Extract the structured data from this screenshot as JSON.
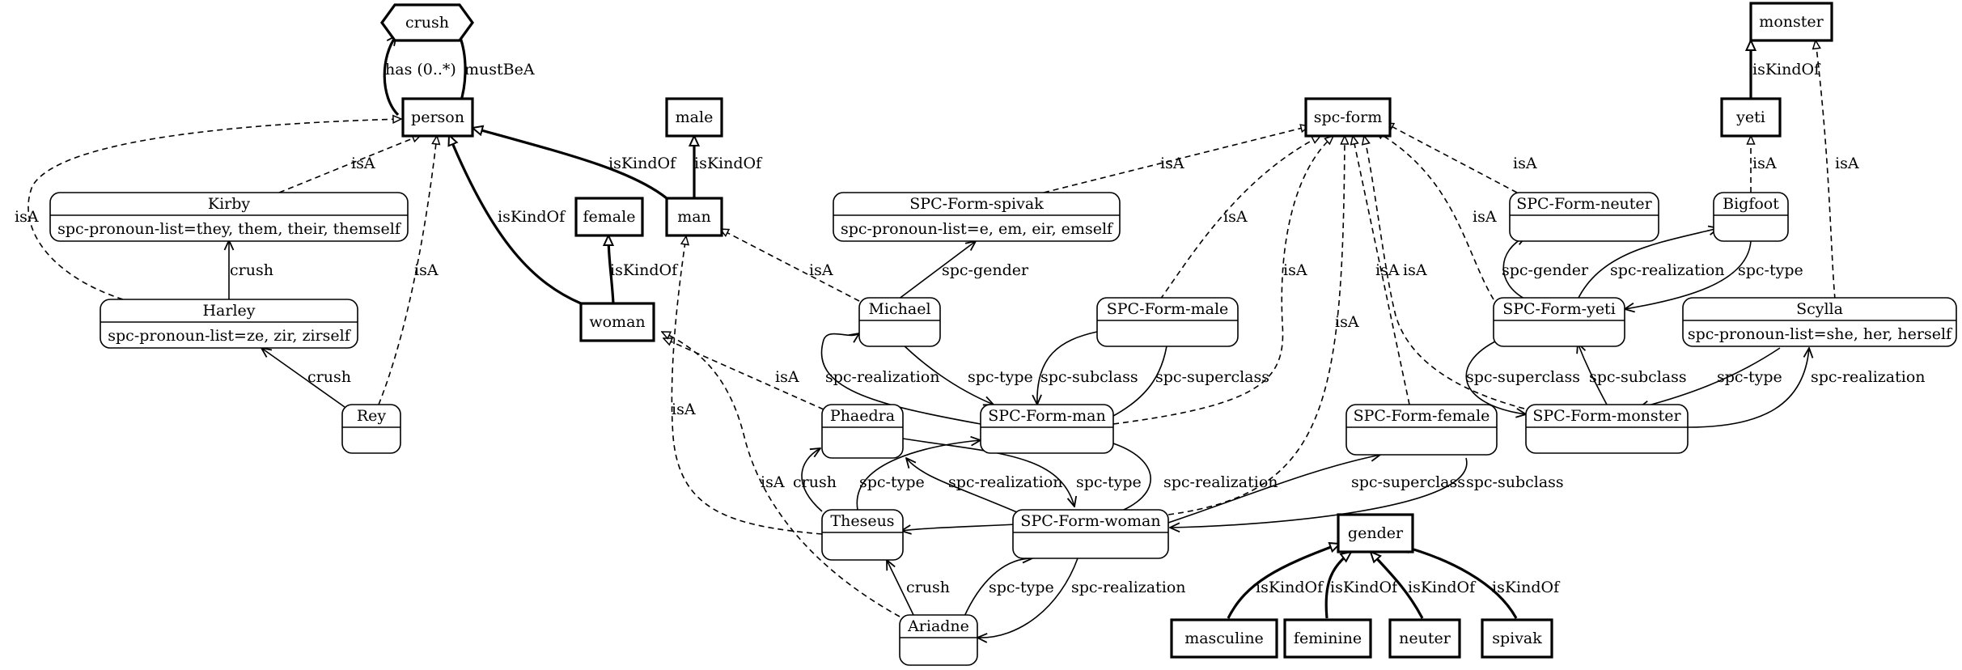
{
  "nodes": {
    "crush_rel": {
      "label": "crush",
      "type": "relation"
    },
    "person": {
      "label": "person",
      "type": "concept"
    },
    "male": {
      "label": "male",
      "type": "concept"
    },
    "man": {
      "label": "man",
      "type": "concept"
    },
    "female": {
      "label": "female",
      "type": "concept"
    },
    "woman": {
      "label": "woman",
      "type": "concept"
    },
    "spc_form": {
      "label": "spc-form",
      "type": "concept"
    },
    "monster": {
      "label": "monster",
      "type": "concept"
    },
    "yeti": {
      "label": "yeti",
      "type": "concept"
    },
    "gender": {
      "label": "gender",
      "type": "concept"
    },
    "masculine": {
      "label": "masculine",
      "type": "concept"
    },
    "feminine": {
      "label": "feminine",
      "type": "concept"
    },
    "neuter": {
      "label": "neuter",
      "type": "concept"
    },
    "spivak": {
      "label": "spivak",
      "type": "concept"
    },
    "kirby": {
      "label": "Kirby",
      "attr": "spc-pronoun-list=they, them, their, themself",
      "type": "instance"
    },
    "harley": {
      "label": "Harley",
      "attr": "spc-pronoun-list=ze, zir, zirself",
      "type": "instance"
    },
    "rey": {
      "label": "Rey",
      "attr": "",
      "type": "instance"
    },
    "spc_form_spivak": {
      "label": "SPC-Form-spivak",
      "attr": "spc-pronoun-list=e, em, eir, emself",
      "type": "instance"
    },
    "michael": {
      "label": "Michael",
      "attr": "",
      "type": "instance"
    },
    "spc_form_male": {
      "label": "SPC-Form-male",
      "attr": "",
      "type": "instance"
    },
    "spc_form_man": {
      "label": "SPC-Form-man",
      "attr": "",
      "type": "instance"
    },
    "phaedra": {
      "label": "Phaedra",
      "attr": "",
      "type": "instance"
    },
    "theseus": {
      "label": "Theseus",
      "attr": "",
      "type": "instance"
    },
    "spc_form_woman": {
      "label": "SPC-Form-woman",
      "attr": "",
      "type": "instance"
    },
    "ariadne": {
      "label": "Ariadne",
      "attr": "",
      "type": "instance"
    },
    "spc_form_female": {
      "label": "SPC-Form-female",
      "attr": "",
      "type": "instance"
    },
    "spc_form_neuter": {
      "label": "SPC-Form-neuter",
      "attr": "",
      "type": "instance"
    },
    "bigfoot": {
      "label": "Bigfoot",
      "attr": "",
      "type": "instance"
    },
    "spc_form_yeti": {
      "label": "SPC-Form-yeti",
      "attr": "",
      "type": "instance"
    },
    "scylla": {
      "label": "Scylla",
      "attr": "spc-pronoun-list=she, her, herself",
      "type": "instance"
    },
    "spc_form_monster": {
      "label": "SPC-Form-monster",
      "attr": "",
      "type": "instance"
    }
  },
  "edges": [
    {
      "id": "crush-has",
      "label": "has (0..*)",
      "kind": "relation"
    },
    {
      "id": "crush-mustbea",
      "label": "mustBeA",
      "kind": "relation"
    },
    {
      "id": "kirby-person",
      "label": "isA",
      "kind": "isA"
    },
    {
      "id": "harley-person",
      "label": "isA",
      "kind": "isA"
    },
    {
      "id": "rey-person",
      "label": "isA",
      "kind": "isA"
    },
    {
      "id": "woman-person",
      "label": "isKindOf",
      "kind": "isKindOf"
    },
    {
      "id": "man-person",
      "label": "isKindOf",
      "kind": "isKindOf"
    },
    {
      "id": "man-male",
      "label": "isKindOf",
      "kind": "isKindOf"
    },
    {
      "id": "woman-female",
      "label": "isKindOf",
      "kind": "isKindOf"
    },
    {
      "id": "harley-kirby",
      "label": "crush",
      "kind": "relation"
    },
    {
      "id": "rey-harley",
      "label": "crush",
      "kind": "relation"
    },
    {
      "id": "michael-man",
      "label": "isA",
      "kind": "isA"
    },
    {
      "id": "michael-spivak",
      "label": "spc-gender",
      "kind": "relation"
    },
    {
      "id": "spivak-spcform",
      "label": "isA",
      "kind": "isA"
    },
    {
      "id": "male-spcform",
      "label": "isA",
      "kind": "isA"
    },
    {
      "id": "man-spcform",
      "label": "isA",
      "kind": "isA"
    },
    {
      "id": "woman-spcform",
      "label": "isA",
      "kind": "isA"
    },
    {
      "id": "female-spcform",
      "label": "isA",
      "kind": "isA"
    },
    {
      "id": "monster-spcform",
      "label": "isA",
      "kind": "isA"
    },
    {
      "id": "yeti-spcform",
      "label": "isA",
      "kind": "isA"
    },
    {
      "id": "neuter-spcform",
      "label": "isA",
      "kind": "isA"
    },
    {
      "id": "yeti-monster",
      "label": "isKindOf",
      "kind": "isKindOf"
    },
    {
      "id": "bigfoot-yeti",
      "label": "isA",
      "kind": "isA"
    },
    {
      "id": "scylla-monster",
      "label": "isA",
      "kind": "isA"
    },
    {
      "id": "formman-michael",
      "label": "spc-realization",
      "kind": "relation"
    },
    {
      "id": "michael-formman",
      "label": "spc-type",
      "kind": "relation"
    },
    {
      "id": "formmale-formman",
      "label": "spc-subclass",
      "kind": "relation"
    },
    {
      "id": "formman-formmale",
      "label": "spc-superclass",
      "kind": "relation"
    },
    {
      "id": "phaedra-woman",
      "label": "isA",
      "kind": "isA"
    },
    {
      "id": "theseus-man",
      "label": "isA",
      "kind": "isA"
    },
    {
      "id": "ariadne-woman",
      "label": "isA",
      "kind": "isA"
    },
    {
      "id": "theseus-phaedra",
      "label": "crush",
      "kind": "relation"
    },
    {
      "id": "theseus-formman",
      "label": "spc-type",
      "kind": "relation"
    },
    {
      "id": "formwoman-phaedra",
      "label": "spc-realization",
      "kind": "relation"
    },
    {
      "id": "phaedra-formwoman",
      "label": "spc-type",
      "kind": "relation"
    },
    {
      "id": "formman-theseus",
      "label": "spc-realization",
      "kind": "relation"
    },
    {
      "id": "ariadne-theseus",
      "label": "crush",
      "kind": "relation"
    },
    {
      "id": "ariadne-formwoman",
      "label": "spc-type",
      "kind": "relation"
    },
    {
      "id": "formwoman-ariadne",
      "label": "spc-realization",
      "kind": "relation"
    },
    {
      "id": "formwoman-formfemale",
      "label": "spc-superclass",
      "kind": "relation"
    },
    {
      "id": "formfemale-formwoman",
      "label": "spc-subclass",
      "kind": "relation"
    },
    {
      "id": "formyeti-neuter",
      "label": "spc-gender",
      "kind": "relation"
    },
    {
      "id": "formyeti-bigfoot",
      "label": "spc-realization",
      "kind": "relation"
    },
    {
      "id": "bigfoot-formyeti",
      "label": "spc-type",
      "kind": "relation"
    },
    {
      "id": "formyeti-formmonster",
      "label": "spc-superclass",
      "kind": "relation"
    },
    {
      "id": "formmonster-formyeti",
      "label": "spc-subclass",
      "kind": "relation"
    },
    {
      "id": "scylla-formmonster",
      "label": "spc-type",
      "kind": "relation"
    },
    {
      "id": "formmonster-scylla",
      "label": "spc-realization",
      "kind": "relation"
    },
    {
      "id": "masculine-gender",
      "label": "isKindOf",
      "kind": "isKindOf"
    },
    {
      "id": "feminine-gender",
      "label": "isKindOf",
      "kind": "isKindOf"
    },
    {
      "id": "neuter-gender",
      "label": "isKindOf",
      "kind": "isKindOf"
    },
    {
      "id": "spivak-gender",
      "label": "isKindOf",
      "kind": "isKindOf"
    }
  ]
}
